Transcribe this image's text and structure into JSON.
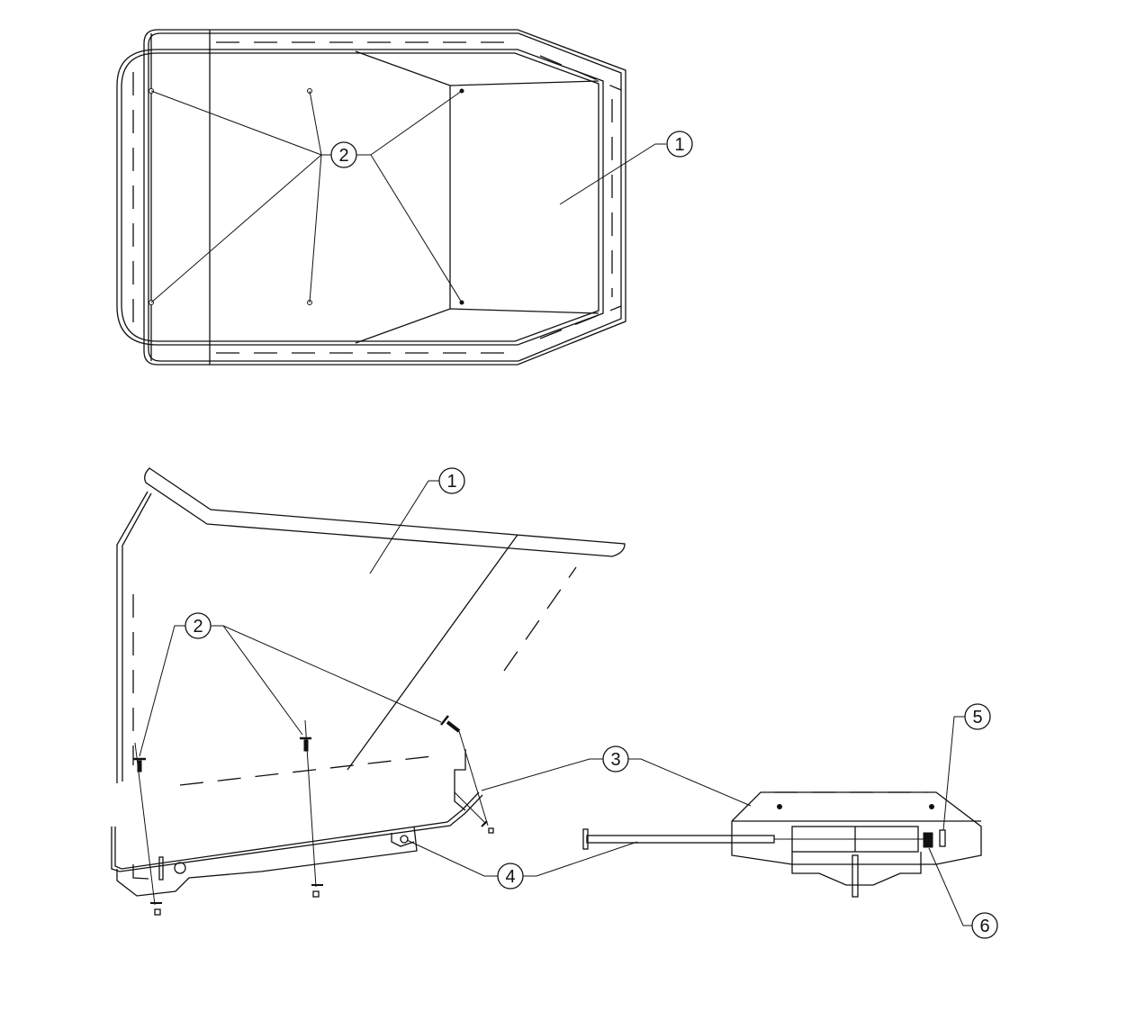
{
  "diagram": {
    "type": "exploded parts assembly drawing",
    "views": [
      {
        "name": "top-view",
        "description": "Plan view of hopper/tray"
      },
      {
        "name": "side-view",
        "description": "Side elevation of hopper with mounting frame and roller assembly"
      }
    ]
  },
  "callouts": {
    "top_view": [
      {
        "id": "1",
        "label": "1"
      },
      {
        "id": "2",
        "label": "2"
      }
    ],
    "side_view": [
      {
        "id": "1",
        "label": "1"
      },
      {
        "id": "2",
        "label": "2"
      },
      {
        "id": "3",
        "label": "3"
      },
      {
        "id": "4",
        "label": "4"
      },
      {
        "id": "5",
        "label": "5"
      },
      {
        "id": "6",
        "label": "6"
      }
    ]
  },
  "colors": {
    "line": "#111111",
    "background": "#ffffff"
  }
}
